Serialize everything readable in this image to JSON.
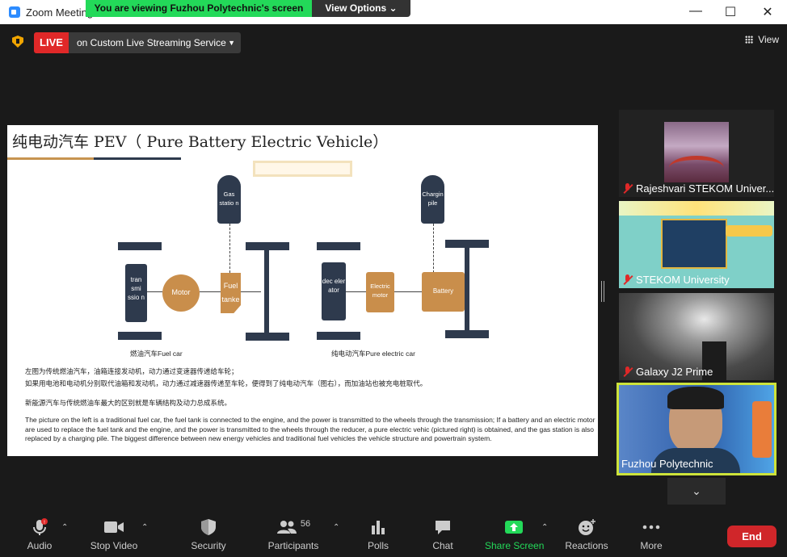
{
  "window": {
    "title": "Zoom Meeting",
    "sharing_banner": "You are viewing Fuzhou Polytechnic's screen",
    "view_options_label": "View Options",
    "minimize_glyph": "—",
    "maximize_glyph": "☐",
    "close_glyph": "✕"
  },
  "header": {
    "live_label": "LIVE",
    "stream_service": "on Custom Live Streaming Service",
    "view_label": "View"
  },
  "slide": {
    "title": "纯电动汽车 PEV（ Pure Battery Electric Vehicle）",
    "left_diagram": {
      "gas_station": "Gas statio n",
      "transmission": "tran smi ssio n",
      "motor": "Motor",
      "fuel_tank": "Fuel tanke",
      "caption": "燃油汽车Fuel car"
    },
    "right_diagram": {
      "charging_pile": "Chargin pile",
      "decelerator": "dec eler ator",
      "electric_motor": "Electric motor",
      "battery": "Battery",
      "caption": "纯电动汽车Pure electric car"
    },
    "cn_line1": "左图为传统燃油汽车，油箱连接发动机，动力通过变速器传递给车轮；",
    "cn_line2": "如果用电池和电动机分别取代油箱和发动机，动力通过减速器传递至车轮，便得到了纯电动汽车（图右），而加油站也被充电桩取代。",
    "cn_line3": "新能源汽车与传统燃油车最大的区别就是车辆结构及动力总成系统。",
    "en_paragraph": "The picture on the left is a traditional fuel car, the fuel tank is connected to the engine, and the power is transmitted to the wheels through the transmission; If a battery and an electric motor are used to replace the fuel tank and the engine, and the power is transmitted to the wheels through the reducer, a pure electric vehic (pictured right) is obtained, and the gas station is also replaced by a charging pile. The biggest difference between new energy vehicles and traditional fuel vehicles the vehicle structure and powertrain system."
  },
  "participants_panel": [
    {
      "name": "Rajeshvari STEKOM Univer...",
      "muted": true
    },
    {
      "name": "STEKOM University",
      "muted": true
    },
    {
      "name": "Galaxy J2 Prime",
      "muted": true
    },
    {
      "name": "Fuzhou Polytechnic",
      "muted": false,
      "active_speaker": true
    }
  ],
  "toolbar": {
    "audio": "Audio",
    "stop_video": "Stop Video",
    "security": "Security",
    "participants": "Participants",
    "participant_count": "56",
    "polls": "Polls",
    "chat": "Chat",
    "share_screen": "Share Screen",
    "reactions": "Reactions",
    "more": "More",
    "end": "End"
  },
  "colors": {
    "live": "#e02828",
    "banner": "#23d959",
    "share": "#23d959",
    "end": "#d0262a",
    "active_border": "#cde33a",
    "slide_navy": "#2e3a4d",
    "slide_gold": "#c98e4b"
  }
}
